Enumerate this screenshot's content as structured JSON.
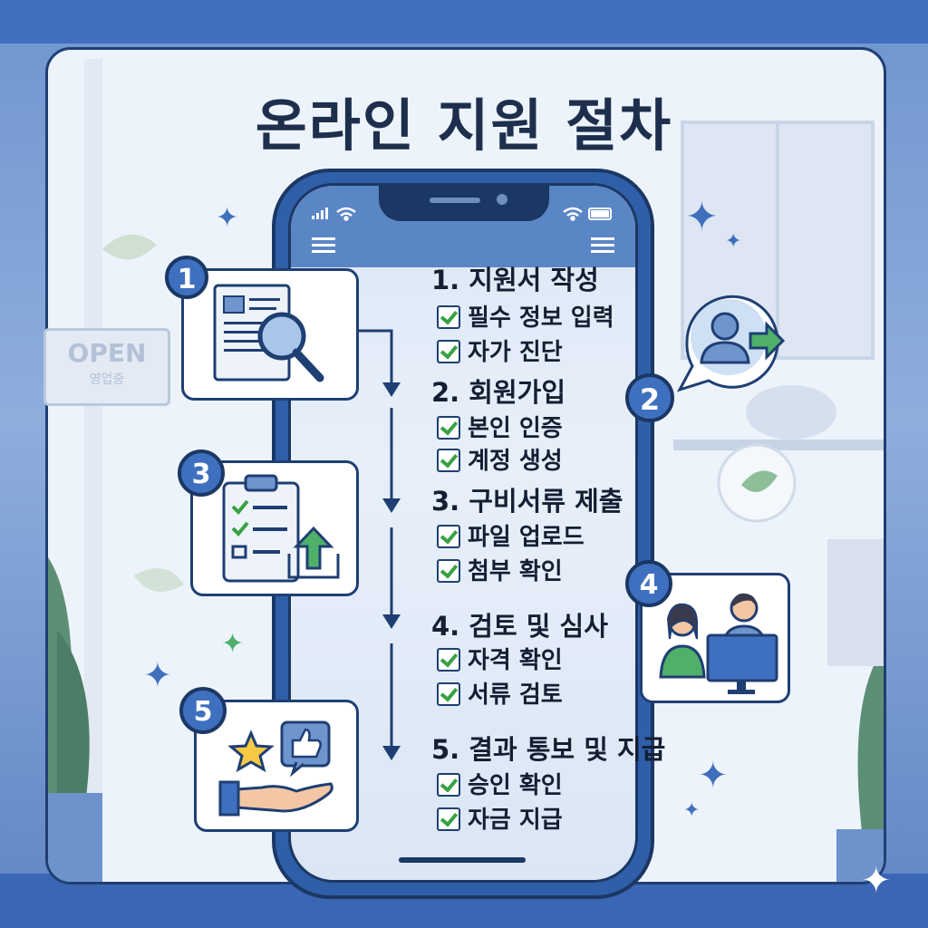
{
  "title": "온라인 지원 절차",
  "open_sign": {
    "text": "OPEN",
    "subtext": "영업중"
  },
  "steps": [
    {
      "badge": "1",
      "title": "1. 지원서 작성",
      "items": [
        "필수 정보 입력",
        "자가 진단"
      ],
      "icon": "document-search-icon"
    },
    {
      "badge": "2",
      "title": "2. 회원가입",
      "items": [
        "본인 인증",
        "계정 생성"
      ],
      "icon": "user-arrow-icon"
    },
    {
      "badge": "3",
      "title": "3. 구비서류 제출",
      "items": [
        "파일 업로드",
        "첨부 확인"
      ],
      "icon": "clipboard-upload-icon"
    },
    {
      "badge": "4",
      "title": "4. 검토 및 심사",
      "items": [
        "자격 확인",
        "서류 검토"
      ],
      "icon": "reviewers-icon"
    },
    {
      "badge": "5",
      "title": "5. 결과 통보 및 지급",
      "items": [
        "승인 확인",
        "자금 지급"
      ],
      "icon": "hand-star-thumbs-up-icon"
    }
  ],
  "colors": {
    "primary": "#3f70bf",
    "outline": "#1f3f73",
    "check": "#37a142",
    "text": "#141f33"
  }
}
